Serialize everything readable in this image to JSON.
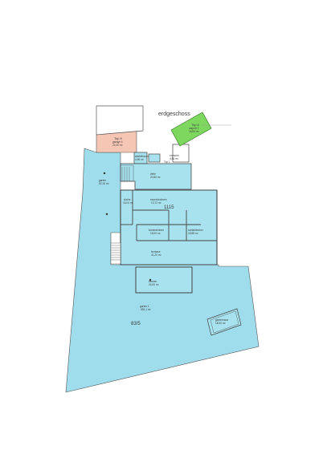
{
  "title": "erdgeschoss",
  "plot_numbers": {
    "top": "1115",
    "bottom": "83/5"
  },
  "units": {
    "top9": {
      "name": "Top 9",
      "area": "garage 4",
      "size": "20,20 m²"
    },
    "top8": {
      "name": "Top 8",
      "area": "carport 1",
      "size": "16,84 m²"
    },
    "top1": {
      "name": "Top 1"
    },
    "abstellraum": {
      "name": "abstellraum",
      "size": "4,96 m²"
    },
    "vorraum": {
      "name": "vorraum",
      "size": "4,84 m²"
    },
    "diele": {
      "name": "diele",
      "size": "20,80 m²"
    },
    "garten_upper": {
      "name": "garten",
      "size": "52,16 m²"
    },
    "kuche": {
      "name": "küche",
      "size": "16,04 m²"
    },
    "essen_wohnen": {
      "name": "essen/wohnen",
      "size": "13,72 m²"
    },
    "kinderzimmer": {
      "name": "kinderzimmer",
      "size": "15,00 m²"
    },
    "schlafzimmer": {
      "name": "schlafzimmer",
      "size": "18,88 m²"
    },
    "terrasse": {
      "name": "terrasse",
      "size": "41,20 m²"
    },
    "becken": {
      "name": "becken",
      "size": "24,00 m²"
    },
    "garten_main": {
      "name": "garten 1",
      "size": "392,1 m²"
    },
    "gartenhaus": {
      "name": "gartenhaus",
      "size": "18,00 m²"
    }
  },
  "colors": {
    "room_fill": "#a8e2ef",
    "garden_fill": "#9fdcec",
    "garage_fill": "#f6c6b5",
    "carport_fill": "#7ed85f",
    "wall": "#444444"
  }
}
